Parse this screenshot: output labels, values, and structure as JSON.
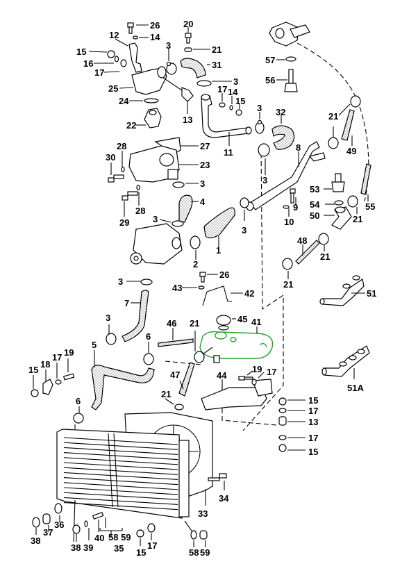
{
  "diagram": {
    "title": "Cooling system exploded parts diagram",
    "highlight_color": "#1fa81f",
    "line_color": "#000000",
    "background": "#ffffff",
    "callouts": [
      {
        "id": "c26a",
        "label": "26",
        "part": "bolt"
      },
      {
        "id": "c14a",
        "label": "14",
        "part": "lock washer"
      },
      {
        "id": "c12",
        "label": "12",
        "part": "bracket"
      },
      {
        "id": "c15a",
        "label": "15",
        "part": "nut"
      },
      {
        "id": "c16",
        "label": "16",
        "part": "spring washer"
      },
      {
        "id": "c17a",
        "label": "17",
        "part": "washer"
      },
      {
        "id": "c25",
        "label": "25",
        "part": "thermostat housing cover"
      },
      {
        "id": "c24",
        "label": "24",
        "part": "o-ring"
      },
      {
        "id": "c22",
        "label": "22",
        "part": "thermostat"
      },
      {
        "id": "c3a",
        "label": "3",
        "part": "hose clamp"
      },
      {
        "id": "c13a",
        "label": "13",
        "part": "temperature sender"
      },
      {
        "id": "c20",
        "label": "20",
        "part": "bolt"
      },
      {
        "id": "c21a",
        "label": "21",
        "part": "clamp"
      },
      {
        "id": "c31",
        "label": "31",
        "part": "hose"
      },
      {
        "id": "c3b",
        "label": "3",
        "part": "hose clamp"
      },
      {
        "id": "c17b",
        "label": "17",
        "part": "washer"
      },
      {
        "id": "c14b",
        "label": "14",
        "part": "lock washer"
      },
      {
        "id": "c15b",
        "label": "15",
        "part": "nut"
      },
      {
        "id": "c11",
        "label": "11",
        "part": "coolant pipe"
      },
      {
        "id": "c57",
        "label": "57",
        "part": "seal"
      },
      {
        "id": "c56",
        "label": "56",
        "part": "sender"
      },
      {
        "id": "c3c",
        "label": "3",
        "part": "hose clamp"
      },
      {
        "id": "c32",
        "label": "32",
        "part": "hose"
      },
      {
        "id": "c21b",
        "label": "21",
        "part": "clamp"
      },
      {
        "id": "c49",
        "label": "49",
        "part": "hose"
      },
      {
        "id": "c28a",
        "label": "28",
        "part": "washer"
      },
      {
        "id": "c27",
        "label": "27",
        "part": "gasket"
      },
      {
        "id": "c30",
        "label": "30",
        "part": "bolt"
      },
      {
        "id": "c23",
        "label": "23",
        "part": "housing"
      },
      {
        "id": "c3d",
        "label": "3",
        "part": "hose clamp"
      },
      {
        "id": "c28b",
        "label": "28",
        "part": "washer"
      },
      {
        "id": "c29",
        "label": "29",
        "part": "bolt"
      },
      {
        "id": "c4",
        "label": "4",
        "part": "hose"
      },
      {
        "id": "c8",
        "label": "8",
        "part": "coolant pipe"
      },
      {
        "id": "c3e",
        "label": "3",
        "part": "hose clamp"
      },
      {
        "id": "c53",
        "label": "53",
        "part": "thermo switch"
      },
      {
        "id": "c54",
        "label": "54",
        "part": "seal"
      },
      {
        "id": "c50",
        "label": "50",
        "part": "connector"
      },
      {
        "id": "c55",
        "label": "55",
        "part": "hose"
      },
      {
        "id": "c21c",
        "label": "21",
        "part": "clamp"
      },
      {
        "id": "c9",
        "label": "9",
        "part": "bolt"
      },
      {
        "id": "c10",
        "label": "10",
        "part": "washer"
      },
      {
        "id": "c3f",
        "label": "3",
        "part": "hose clamp"
      },
      {
        "id": "c3g",
        "label": "3",
        "part": "hose clamp"
      },
      {
        "id": "c1",
        "label": "1",
        "part": "hose"
      },
      {
        "id": "c2",
        "label": "2",
        "part": "hose clamp"
      },
      {
        "id": "c48",
        "label": "48",
        "part": "hose"
      },
      {
        "id": "c21d",
        "label": "21",
        "part": "clamp"
      },
      {
        "id": "c21e",
        "label": "21",
        "part": "clamp"
      },
      {
        "id": "c26b",
        "label": "26",
        "part": "bolt"
      },
      {
        "id": "c3h",
        "label": "3",
        "part": "hose clamp"
      },
      {
        "id": "c43",
        "label": "43",
        "part": "washer"
      },
      {
        "id": "c42",
        "label": "42",
        "part": "strap"
      },
      {
        "id": "c51",
        "label": "51",
        "part": "coolant flange"
      },
      {
        "id": "c7",
        "label": "7",
        "part": "hose"
      },
      {
        "id": "c3i",
        "label": "3",
        "part": "hose clamp"
      },
      {
        "id": "c46",
        "label": "46",
        "part": "vent hose"
      },
      {
        "id": "c21f",
        "label": "21",
        "part": "clamp"
      },
      {
        "id": "c45",
        "label": "45",
        "part": "cap"
      },
      {
        "id": "c41",
        "label": "41",
        "part": "expansion tank"
      },
      {
        "id": "c6a",
        "label": "6",
        "part": "hose clamp"
      },
      {
        "id": "c5",
        "label": "5",
        "part": "hose"
      },
      {
        "id": "c19a",
        "label": "19",
        "part": "bolt"
      },
      {
        "id": "c17c",
        "label": "17",
        "part": "washer"
      },
      {
        "id": "c18",
        "label": "18",
        "part": "bracket"
      },
      {
        "id": "c15c",
        "label": "15",
        "part": "nut"
      },
      {
        "id": "c47",
        "label": "47",
        "part": "hose"
      },
      {
        "id": "c19b",
        "label": "19",
        "part": "bolt"
      },
      {
        "id": "c17d",
        "label": "17",
        "part": "washer"
      },
      {
        "id": "c44",
        "label": "44",
        "part": "bracket"
      },
      {
        "id": "c51a",
        "label": "51A",
        "part": "coolant flange"
      },
      {
        "id": "c6b",
        "label": "6",
        "part": "hose clamp"
      },
      {
        "id": "c21g",
        "label": "21",
        "part": "clamp"
      },
      {
        "id": "c15d",
        "label": "15",
        "part": "nut"
      },
      {
        "id": "c17e",
        "label": "17",
        "part": "washer"
      },
      {
        "id": "c13b",
        "label": "13",
        "part": "rubber mount"
      },
      {
        "id": "c17f",
        "label": "17",
        "part": "washer"
      },
      {
        "id": "c15e",
        "label": "15",
        "part": "nut"
      },
      {
        "id": "c34",
        "label": "34",
        "part": "bolt"
      },
      {
        "id": "c33",
        "label": "33",
        "part": "fan shroud"
      },
      {
        "id": "c36",
        "label": "36",
        "part": "grommet"
      },
      {
        "id": "c37",
        "label": "37",
        "part": "spacer"
      },
      {
        "id": "c38a",
        "label": "38",
        "part": "washer"
      },
      {
        "id": "c38b",
        "label": "38",
        "part": "washer"
      },
      {
        "id": "c39",
        "label": "39",
        "part": "lock washer"
      },
      {
        "id": "c40",
        "label": "40",
        "part": "bolt"
      },
      {
        "id": "c58_59",
        "label": "58 59",
        "part": "radiator group"
      },
      {
        "id": "c35",
        "label": "35",
        "part": "radiator"
      },
      {
        "id": "c15f",
        "label": "15",
        "part": "nut"
      },
      {
        "id": "c17g",
        "label": "17",
        "part": "washer"
      },
      {
        "id": "c58",
        "label": "58",
        "part": "seal"
      },
      {
        "id": "c59",
        "label": "59",
        "part": "drain plug"
      }
    ]
  }
}
